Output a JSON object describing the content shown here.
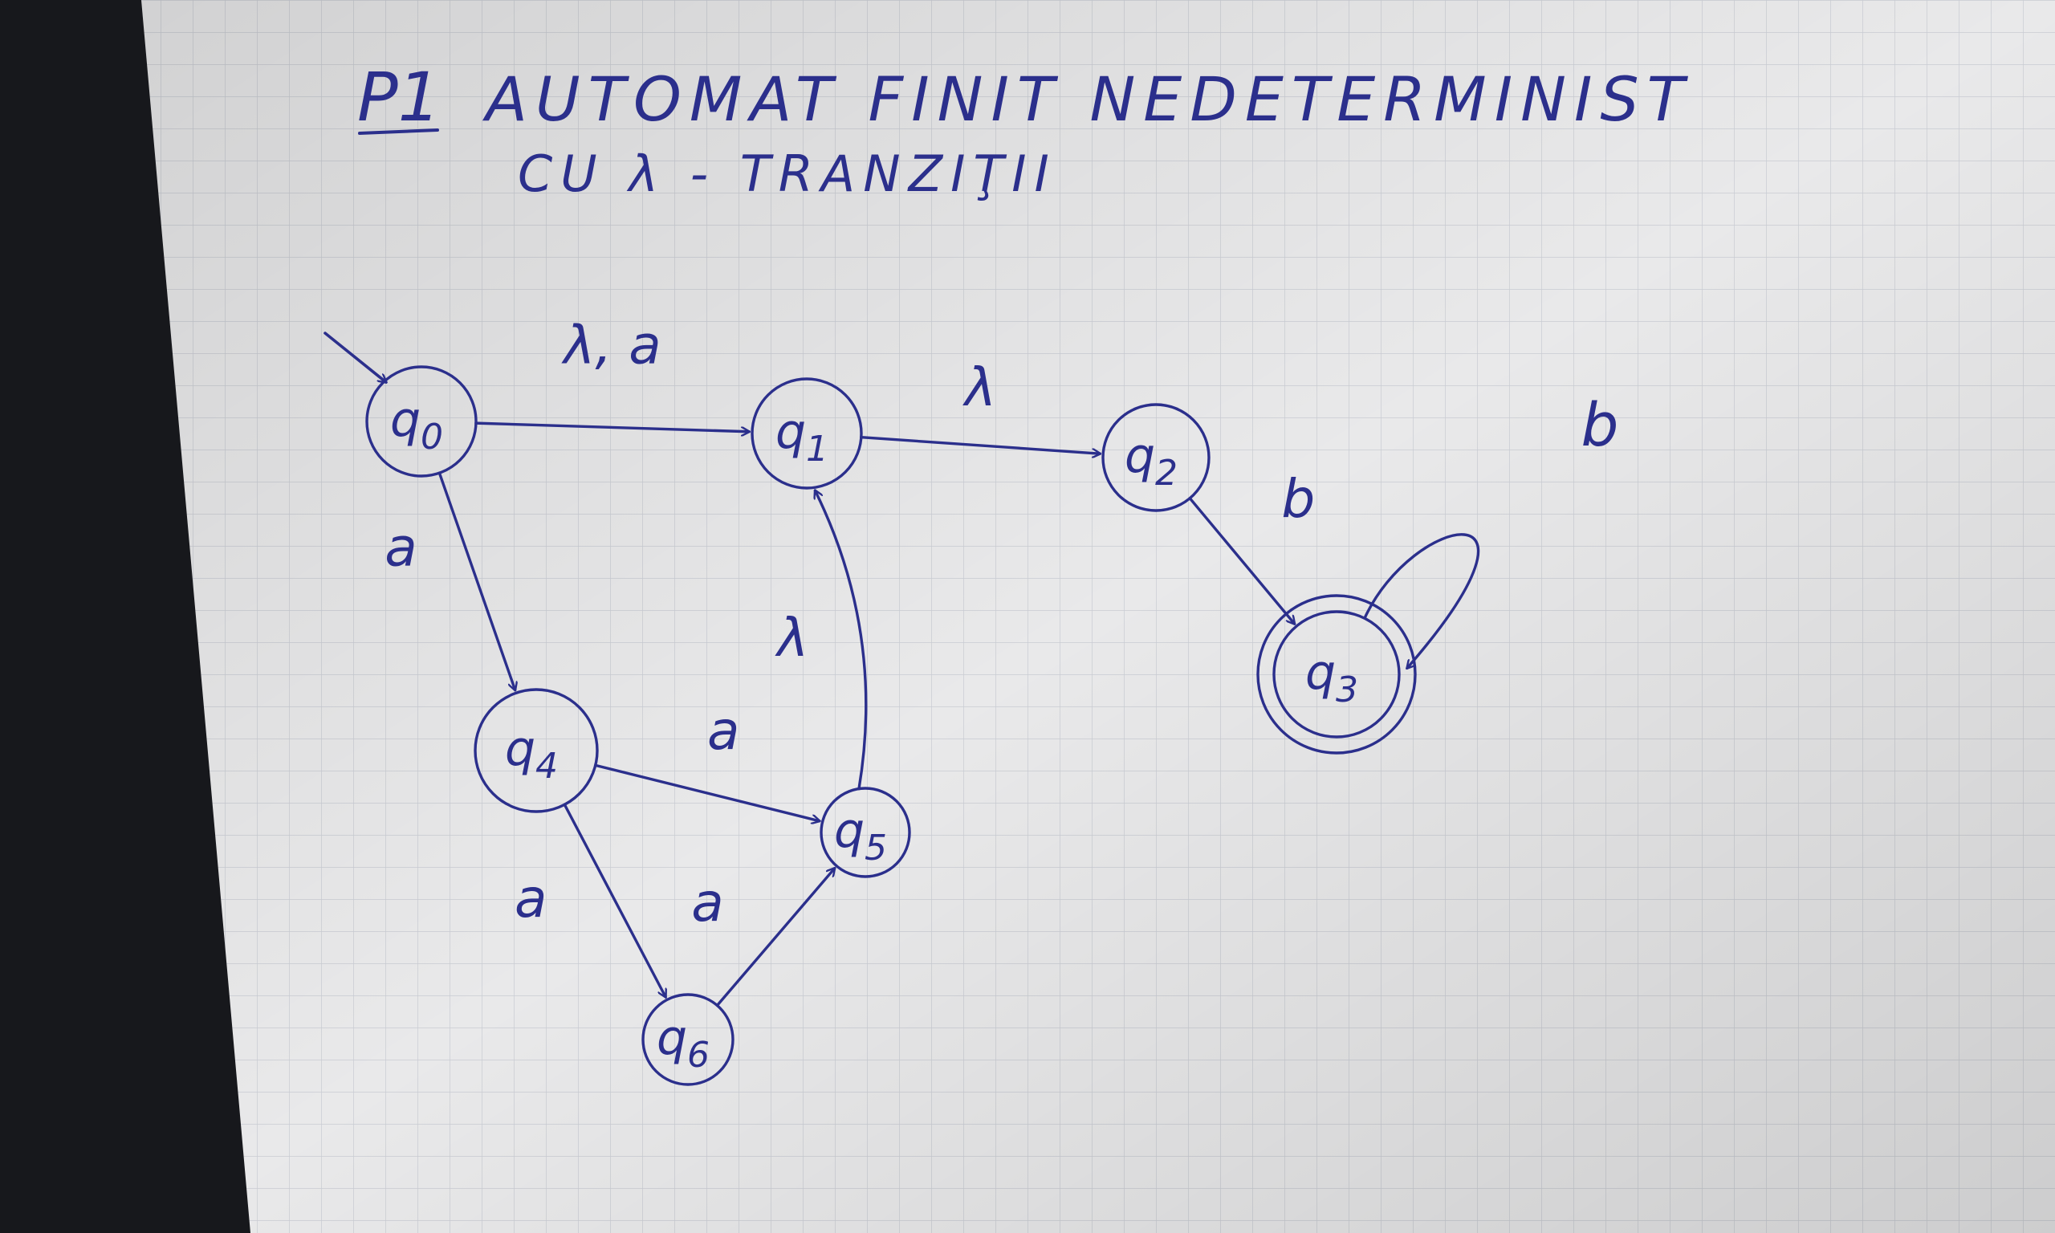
{
  "ink_color": "#2b2f8c",
  "paper_color": "#e9e9ea",
  "grid_color": "#c9ccd3",
  "heading": {
    "problem_number": "P1",
    "title_line1": "AUTOMAT FINIT NEDETERMINIST",
    "title_line2": "CU λ - TRANZIŢII"
  },
  "states": [
    {
      "id": "q0",
      "label": "q0",
      "initial": true,
      "final": false
    },
    {
      "id": "q1",
      "label": "q1",
      "initial": false,
      "final": false
    },
    {
      "id": "q2",
      "label": "q2",
      "initial": false,
      "final": false
    },
    {
      "id": "q3",
      "label": "q3",
      "initial": false,
      "final": true
    },
    {
      "id": "q4",
      "label": "q4",
      "initial": false,
      "final": false
    },
    {
      "id": "q5",
      "label": "q5",
      "initial": false,
      "final": false
    },
    {
      "id": "q6",
      "label": "q6",
      "initial": false,
      "final": false
    }
  ],
  "transitions": [
    {
      "from": "q0",
      "to": "q1",
      "label": "λ, a"
    },
    {
      "from": "q0",
      "to": "q4",
      "label": "a"
    },
    {
      "from": "q1",
      "to": "q2",
      "label": "λ"
    },
    {
      "from": "q2",
      "to": "q3",
      "label": "b"
    },
    {
      "from": "q3",
      "to": "q3",
      "label": "b"
    },
    {
      "from": "q4",
      "to": "q5",
      "label": "a"
    },
    {
      "from": "q4",
      "to": "q6",
      "label": "a"
    },
    {
      "from": "q6",
      "to": "q5",
      "label": "a"
    },
    {
      "from": "q5",
      "to": "q1",
      "label": "λ"
    }
  ]
}
